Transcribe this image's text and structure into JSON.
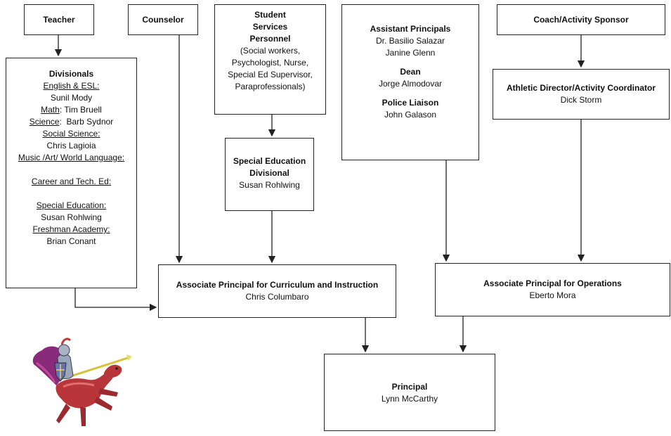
{
  "teacher": {
    "title": "Teacher"
  },
  "counselor": {
    "title": "Counselor"
  },
  "student_services": {
    "title_line1": "Student",
    "title_line2": "Services",
    "title_line3": "Personnel",
    "detail": [
      "(Social workers,",
      "Psychologist, Nurse,",
      "Special Ed Supervisor,",
      "Paraprofessionals)"
    ]
  },
  "assistant_principals": {
    "title": "Assistant Principals",
    "names": [
      "Dr. Basilio Salazar",
      "Janine Glenn"
    ],
    "dean_title": "Dean",
    "dean_name": "Jorge Almodovar",
    "police_title": "Police Liaison",
    "police_name": "John Galason"
  },
  "coach": {
    "title": "Coach/Activity Sponsor"
  },
  "divisionals": {
    "title": "Divisionals",
    "english_label": "English & ESL:",
    "english_name": "Sunil Mody",
    "math_label": "Math",
    "math_name": ": Tim Bruell",
    "science_label": "Science",
    "science_name": ":  Barb Sydnor",
    "social_label": "Social Science:",
    "social_name": "Chris Lagioia",
    "music_label": "Music /Art/ World Language:",
    "career_label": "Career and Tech. Ed:",
    "sped_label": "Special Education:",
    "sped_name": "Susan Rohlwing",
    "freshman_label": "Freshman Academy:",
    "freshman_name": "Brian Conant"
  },
  "sped_divisional": {
    "title_line1": "Special Education",
    "title_line2": "Divisional",
    "name": "Susan Rohlwing"
  },
  "athletic": {
    "title": "Athletic Director/Activity Coordinator",
    "name": "Dick Storm"
  },
  "assoc_curriculum": {
    "title": "Associate Principal for Curriculum and Instruction",
    "name": "Chris Columbaro"
  },
  "assoc_operations": {
    "title": "Associate Principal for Operations",
    "name": "Eberto Mora"
  },
  "principal": {
    "title": "Principal",
    "name": "Lynn McCarthy"
  },
  "colors": {
    "line": "#222222",
    "background": "#ffffff"
  },
  "mascot": {
    "icon": "knight-on-horse-icon"
  }
}
